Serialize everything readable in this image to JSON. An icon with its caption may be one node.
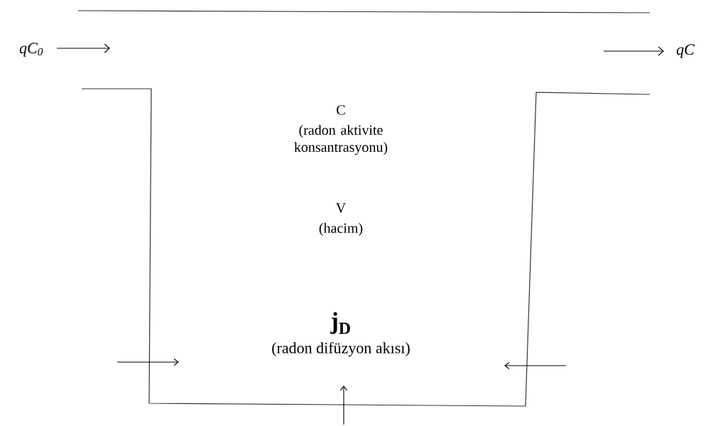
{
  "diagram": {
    "labels": [
      "qC$_{0}$",
      "qC",
      "C",
      "(radon aktivite konsantrasyonu)",
      "V",
      "(hacim)",
      "j$_{D}$",
      "(radon difüzyon akısı)"
    ]
  }
}
